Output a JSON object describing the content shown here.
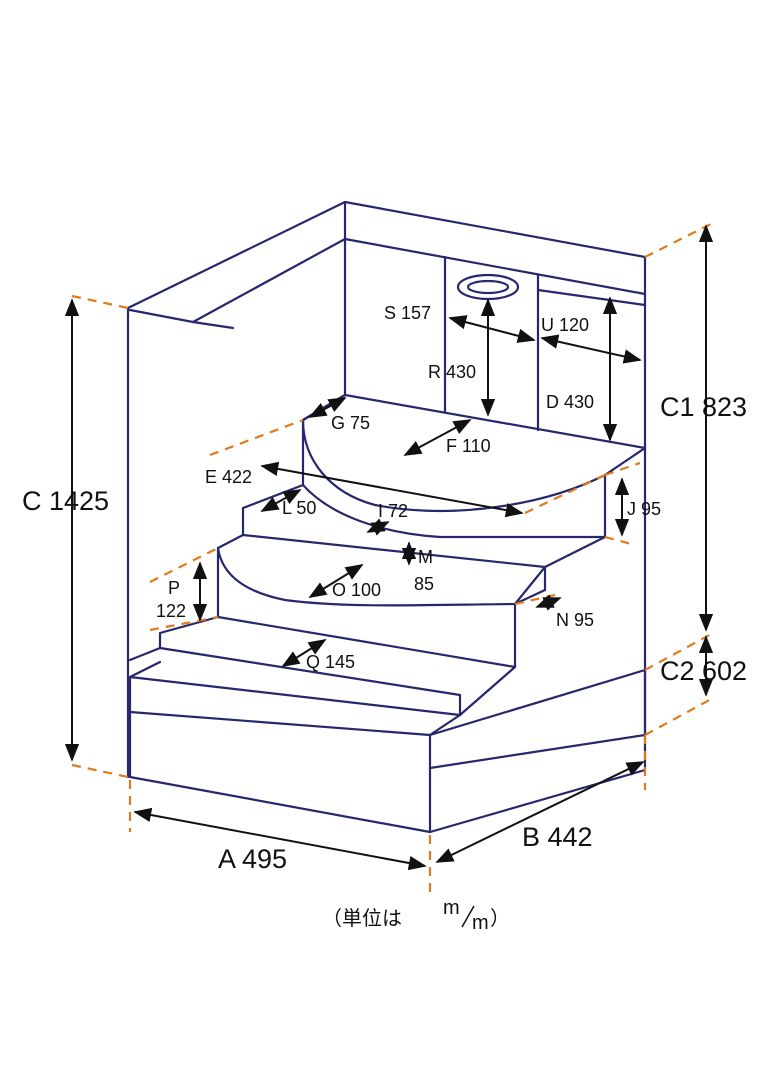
{
  "colors": {
    "outline": "#27276e",
    "extension": "#e07a1c",
    "dimension": "#111111",
    "background": "#ffffff"
  },
  "dimensions": {
    "A": "A 495",
    "B": "B 442",
    "C": "C 1425",
    "C1": "C1 823",
    "C2": "C2 602",
    "D": "D 430",
    "E": "E 422",
    "F": "F 110",
    "G": "G 75",
    "I": "I 72",
    "J": "J 95",
    "L": "L 50",
    "M_letter": "M",
    "M_value": "85",
    "N": "N 95",
    "O": "O 100",
    "P_letter": "P",
    "P_value": "122",
    "Q": "Q 145",
    "R": "R 430",
    "S": "S 157",
    "U": "U 120"
  },
  "unit_note": {
    "prefix": "（単位は",
    "numerator": "m",
    "denominator": "m",
    "suffix": "）"
  }
}
